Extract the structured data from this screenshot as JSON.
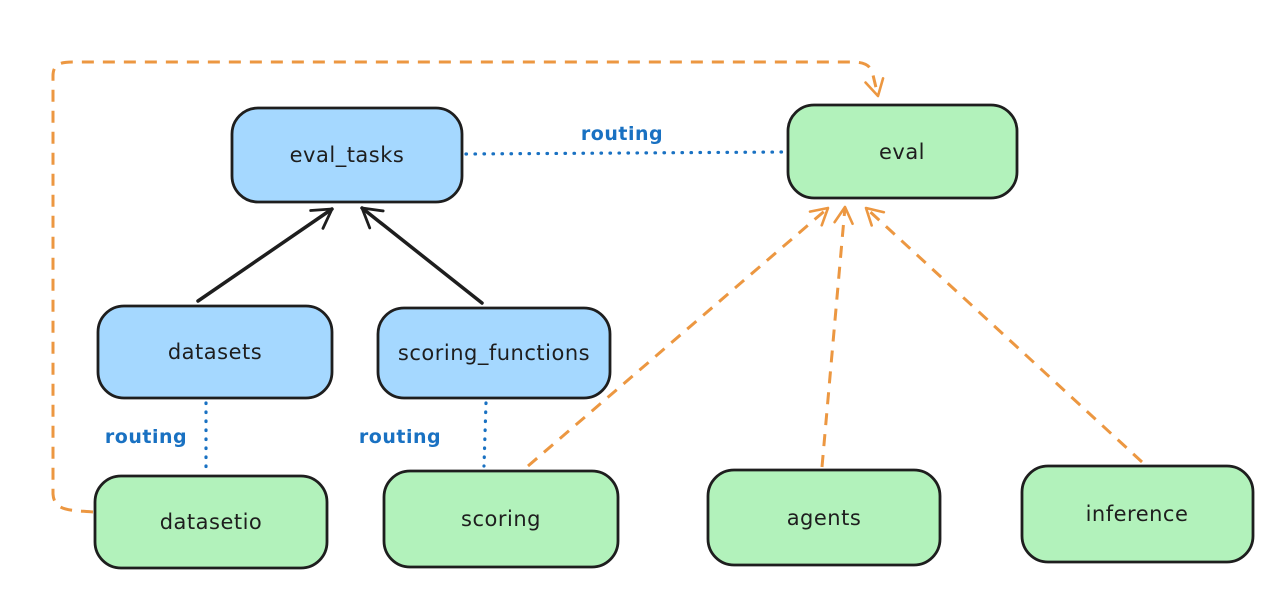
{
  "colors": {
    "background": "#ffffff",
    "node_fill_blue": "#a5d8ff",
    "node_fill_green": "#b2f2bb",
    "node_stroke": "#1e1e1e",
    "node_text": "#1e1e1e",
    "arrow_black": "#1e1e1e",
    "arrow_orange": "#ec9741",
    "routing_blue": "#1971c2"
  },
  "nodes": [
    {
      "id": "eval_tasks",
      "label": "eval_tasks",
      "fill": "blue"
    },
    {
      "id": "eval",
      "label": "eval",
      "fill": "green"
    },
    {
      "id": "datasets",
      "label": "datasets",
      "fill": "blue"
    },
    {
      "id": "scoring_functions",
      "label": "scoring_functions",
      "fill": "blue"
    },
    {
      "id": "datasetio",
      "label": "datasetio",
      "fill": "green"
    },
    {
      "id": "scoring",
      "label": "scoring",
      "fill": "green"
    },
    {
      "id": "agents",
      "label": "agents",
      "fill": "green"
    },
    {
      "id": "inference",
      "label": "inference",
      "fill": "green"
    }
  ],
  "edges": [
    {
      "from": "datasets",
      "to": "eval_tasks",
      "style": "solid-black-arrow",
      "label": ""
    },
    {
      "from": "scoring_functions",
      "to": "eval_tasks",
      "style": "solid-black-arrow",
      "label": ""
    },
    {
      "from": "eval_tasks",
      "to": "eval",
      "style": "dotted-blue",
      "label": "routing"
    },
    {
      "from": "datasets",
      "to": "datasetio",
      "style": "dotted-blue",
      "label": "routing"
    },
    {
      "from": "scoring_functions",
      "to": "scoring",
      "style": "dotted-blue",
      "label": "routing"
    },
    {
      "from": "datasetio",
      "to": "eval",
      "style": "dashed-orange-arrow",
      "label": ""
    },
    {
      "from": "scoring",
      "to": "eval",
      "style": "dashed-orange-arrow",
      "label": ""
    },
    {
      "from": "agents",
      "to": "eval",
      "style": "dashed-orange-arrow",
      "label": ""
    },
    {
      "from": "inference",
      "to": "eval",
      "style": "dashed-orange-arrow",
      "label": ""
    }
  ]
}
